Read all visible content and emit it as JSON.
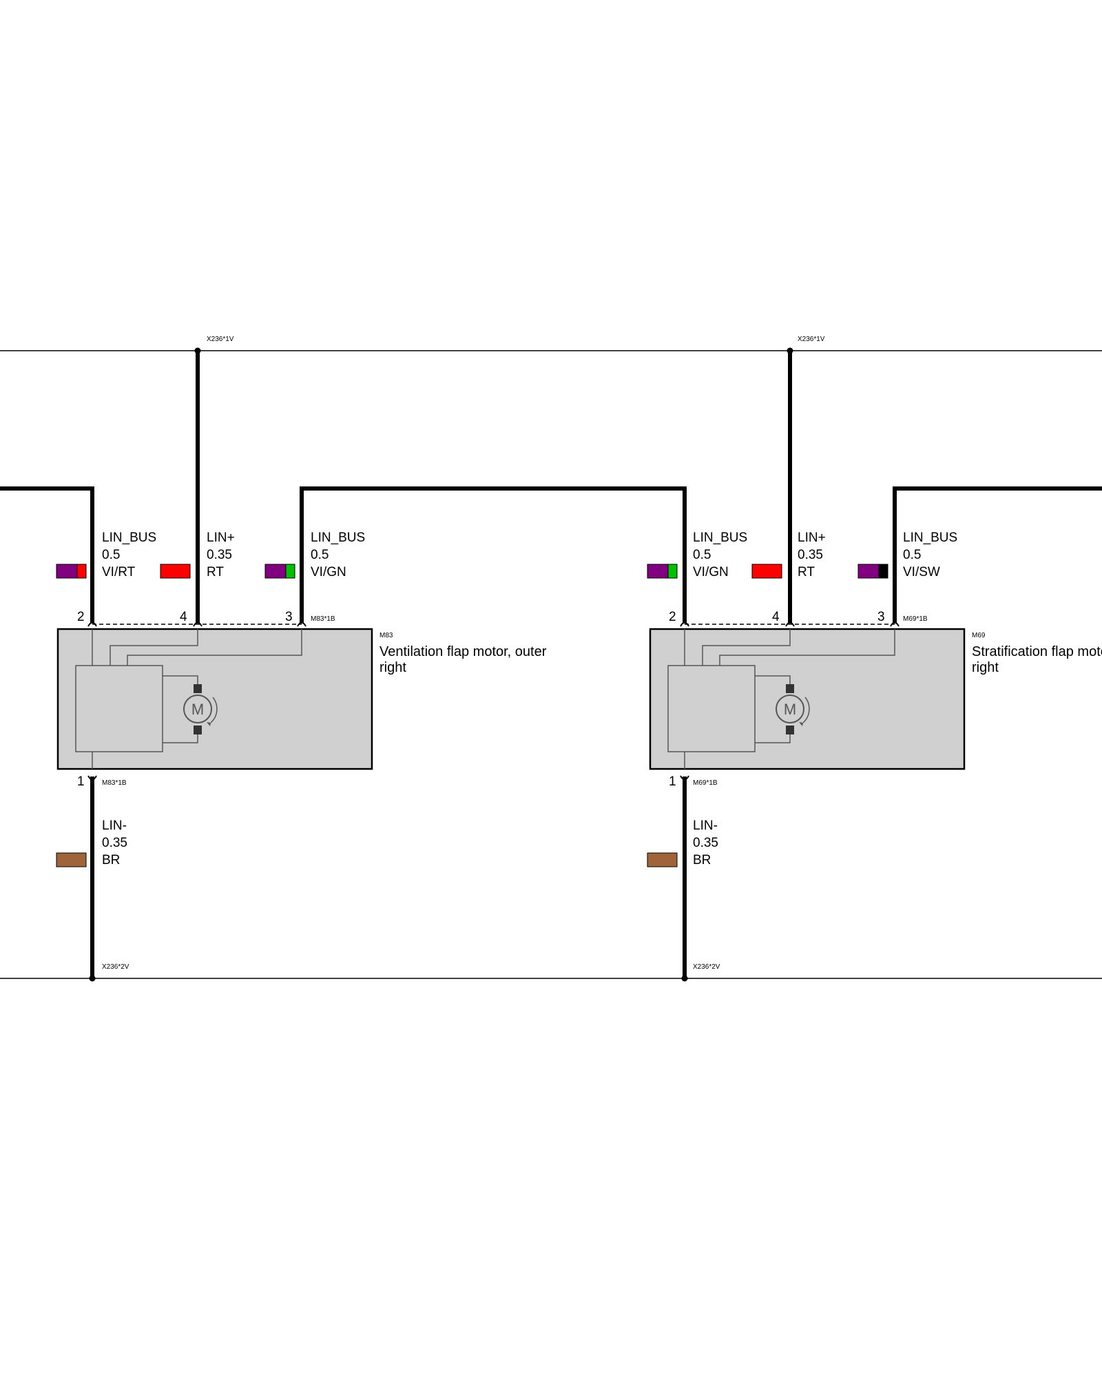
{
  "diagram": {
    "top_rail_connectors": [
      "X236*1V",
      "X236*1V"
    ],
    "bottom_rail_connectors": [
      "X236*2V",
      "X236*2V"
    ],
    "components": [
      {
        "code": "M83",
        "name_line1": "Ventilation flap motor, outer",
        "name_line2": "right",
        "connector_top": "M83*1B",
        "connector_bottom": "M83*1B",
        "motor_symbol": "M",
        "wires": [
          {
            "pin": "2",
            "signal": "LIN_BUS",
            "gauge": "0.5",
            "color_code": "VI/RT",
            "colors": [
              "#800080",
              "#ff0000"
            ]
          },
          {
            "pin": "4",
            "signal": "LIN+",
            "gauge": "0.35",
            "color_code": "RT",
            "colors": [
              "#ff0000"
            ]
          },
          {
            "pin": "3",
            "signal": "LIN_BUS",
            "gauge": "0.5",
            "color_code": "VI/GN",
            "colors": [
              "#800080",
              "#00c000"
            ]
          },
          {
            "pin": "1",
            "signal": "LIN-",
            "gauge": "0.35",
            "color_code": "BR",
            "colors": [
              "#a0643a"
            ]
          }
        ]
      },
      {
        "code": "M69",
        "name_line1": "Stratification flap moto",
        "name_line2": "right",
        "connector_top": "M69*1B",
        "connector_bottom": "M69*1B",
        "motor_symbol": "M",
        "wires": [
          {
            "pin": "2",
            "signal": "LIN_BUS",
            "gauge": "0.5",
            "color_code": "VI/GN",
            "colors": [
              "#800080",
              "#00c000"
            ]
          },
          {
            "pin": "4",
            "signal": "LIN+",
            "gauge": "0.35",
            "color_code": "RT",
            "colors": [
              "#ff0000"
            ]
          },
          {
            "pin": "3",
            "signal": "LIN_BUS",
            "gauge": "0.5",
            "color_code": "VI/SW",
            "colors": [
              "#800080",
              "#000000"
            ]
          },
          {
            "pin": "1",
            "signal": "LIN-",
            "gauge": "0.35",
            "color_code": "BR",
            "colors": [
              "#a0643a"
            ]
          }
        ]
      }
    ]
  }
}
